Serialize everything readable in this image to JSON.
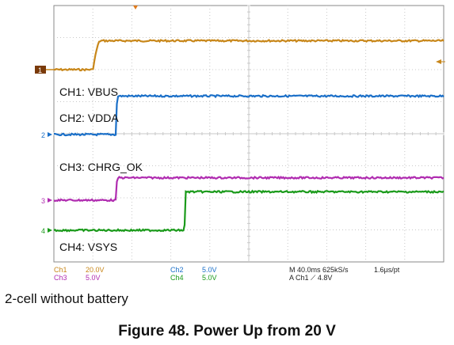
{
  "colors": {
    "ch1": "#c8871a",
    "ch2": "#1a6fc8",
    "ch3": "#b02cb0",
    "ch4": "#1a9a1a",
    "grid": "#c8c8c8",
    "frame": "#8a8a8a"
  },
  "chart_data": {
    "type": "line",
    "x_divisions": 10,
    "y_divisions": 8,
    "series": [
      {
        "name": "CH1: VBUS",
        "channel_marker": "1",
        "points": [
          [
            0,
            0
          ],
          [
            1.0,
            0
          ],
          [
            1.2,
            0.9
          ],
          [
            10,
            0.9
          ]
        ]
      },
      {
        "name": "CH2: VDDA",
        "channel_marker": "2",
        "points": [
          [
            0,
            0
          ],
          [
            1.6,
            0
          ],
          [
            1.62,
            1.2
          ],
          [
            10,
            1.2
          ]
        ]
      },
      {
        "name": "CH3: CHRG_OK",
        "channel_marker": "3",
        "points": [
          [
            0,
            0
          ],
          [
            1.6,
            0
          ],
          [
            1.62,
            0.7
          ],
          [
            10,
            0.7
          ]
        ]
      },
      {
        "name": "CH4: VSYS",
        "channel_marker": "4",
        "points": [
          [
            0,
            0
          ],
          [
            3.35,
            0
          ],
          [
            3.38,
            1.2
          ],
          [
            10,
            1.2
          ]
        ]
      }
    ],
    "settings": {
      "ch1": "Ch1",
      "ch1_scale": "20.0V",
      "ch2": "Ch2",
      "ch2_scale": "5.0V",
      "ch3": "Ch3",
      "ch3_scale": "5.0V",
      "ch4": "Ch4",
      "ch4_scale": "5.0V",
      "timebase": "M 40.0ms 625kS/s",
      "resolution": "1.6µs/pt",
      "trigger": "A  Ch1  ⟋  4.8V"
    }
  },
  "caption": {
    "subtitle": "2-cell without battery",
    "figure": "Figure 48. Power Up from 20 V"
  }
}
